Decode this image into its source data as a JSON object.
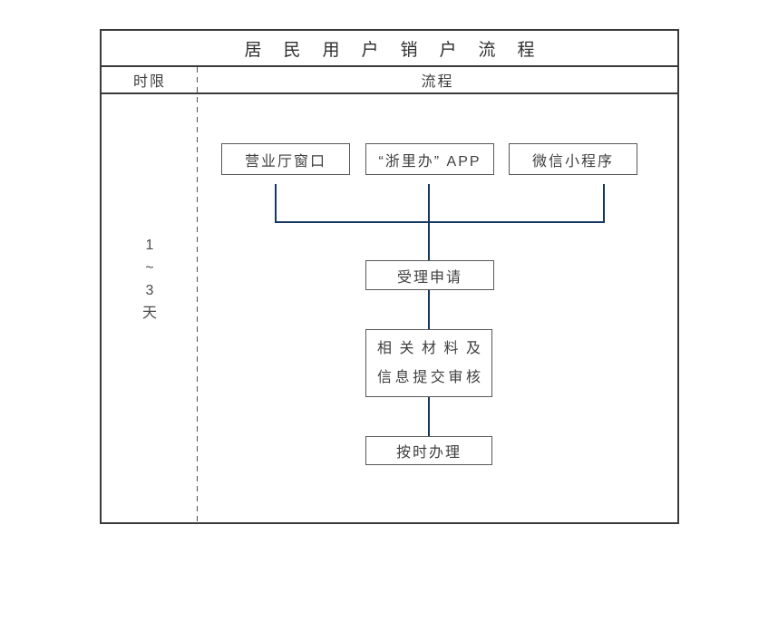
{
  "title": "居民用户销户流程",
  "header": {
    "time_limit": "时限",
    "process": "流程"
  },
  "time_limit": [
    "1",
    "~",
    "3",
    "天"
  ],
  "flow": {
    "channels": [
      "营业厅窗口",
      "“浙里办” APP",
      "微信小程序"
    ],
    "steps": {
      "accept": "受理申请",
      "materials_line1": "相关材料及",
      "materials_line2": "信息提交审核",
      "ontime": "按时办理"
    }
  },
  "colors": {
    "connector": "#16375e",
    "table_border": "#3a3a3a",
    "box_border": "#58585a",
    "text": "#3f3f3f",
    "background": "#ffffff"
  }
}
